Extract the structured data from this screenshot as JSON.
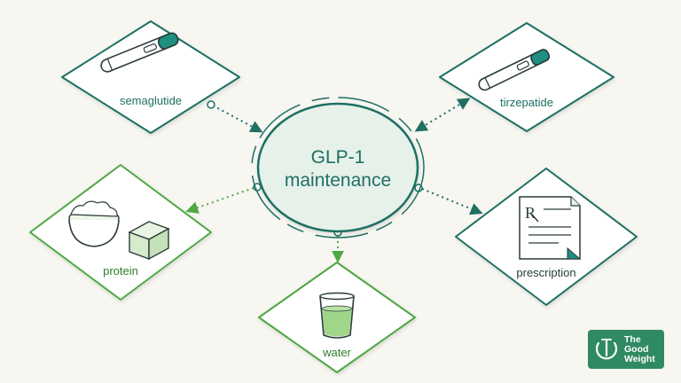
{
  "center": {
    "line1": "GLP-1",
    "line2": "maintenance"
  },
  "nodes": [
    {
      "label": "semaglutide",
      "icon": "injection-pen-icon"
    },
    {
      "label": "tirzepatide",
      "icon": "injection-pen-icon"
    },
    {
      "label": "protein",
      "icon": "food-bowl-tofu-icon"
    },
    {
      "label": "water",
      "icon": "water-glass-icon"
    },
    {
      "label": "prescription",
      "icon": "prescription-document-icon"
    }
  ],
  "logo": {
    "line1": "The",
    "line2": "Good",
    "line3": "Weight"
  },
  "colors": {
    "background": "#f7f6f1",
    "teal": "#1f7a6e",
    "green": "#4fa844",
    "logo_bg": "#2f8a62"
  }
}
